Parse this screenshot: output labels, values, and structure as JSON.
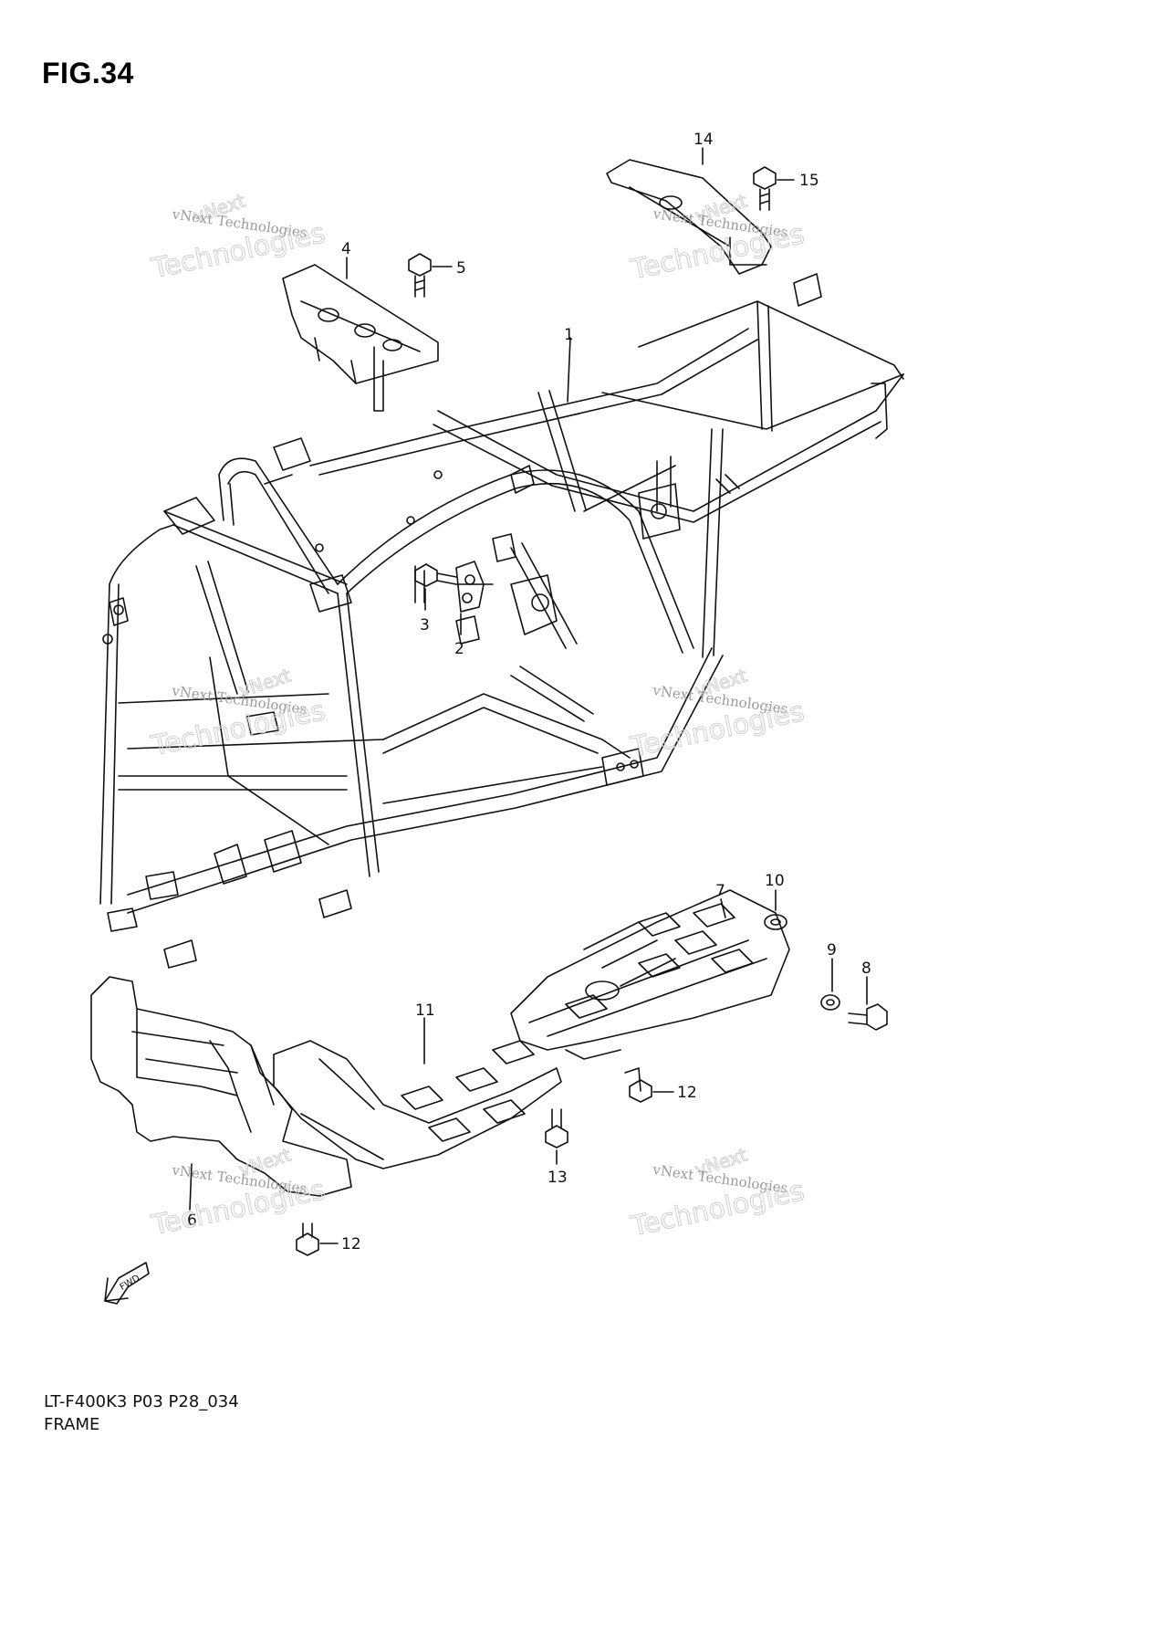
{
  "figure": {
    "title": "FIG.34",
    "code": "LT-F400K3 P03 P28_034",
    "name": "FRAME"
  },
  "callouts": [
    "1",
    "2",
    "3",
    "4",
    "5",
    "6",
    "7",
    "8",
    "9",
    "10",
    "11",
    "12",
    "12",
    "13",
    "14",
    "15"
  ],
  "watermark": {
    "line1": "vNext",
    "line2": "vNext Technologies",
    "line3": "Technologies"
  },
  "fwd_label": "FWD",
  "colors": {
    "ink": "#111111",
    "watermark": "#bbbbbb"
  }
}
